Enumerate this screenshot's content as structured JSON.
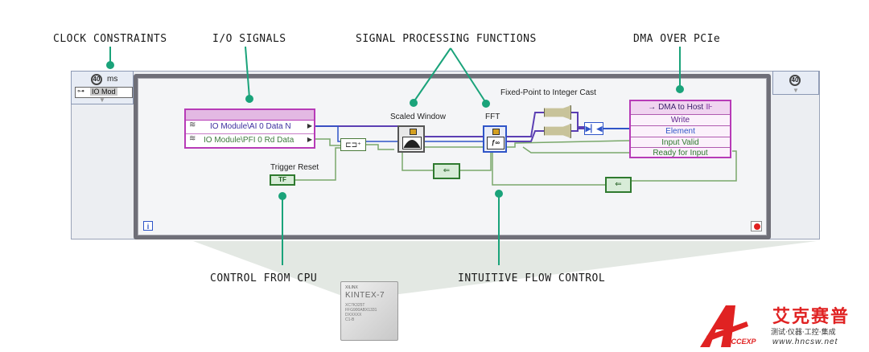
{
  "callouts": {
    "clock": "CLOCK CONSTRAINTS",
    "io": "I/O SIGNALS",
    "sigproc": "SIGNAL PROCESSING FUNCTIONS",
    "dma": "DMA OVER PCIe",
    "control": "CONTROL FROM CPU",
    "flow": "INTUITIVE FLOW CONTROL"
  },
  "clock": {
    "number": "40",
    "unit": "ms",
    "module": "IO Mod"
  },
  "right_terminal": {
    "number": "40"
  },
  "io_node": {
    "line1": "IO Module\\AI 0 Data N",
    "line2": "IO Module\\PFI 0 Rd Data"
  },
  "labels": {
    "trigger_reset": "Trigger Reset",
    "scaled_window": "Scaled Window",
    "fft": "FFT",
    "fixed_point": "Fixed-Point to Integer Cast",
    "tf": "TF"
  },
  "dma": {
    "title": "DMA to Host",
    "rows": [
      "Write",
      "Element",
      "Input Valid",
      "Ready for Input"
    ]
  },
  "chip": {
    "brand": "XILINX",
    "name": "KINTEX-7",
    "lines": [
      "XC7K325T",
      "FFG900ABX1331",
      "DXXXXX",
      "C1-B"
    ]
  },
  "watermark": {
    "cn_name": "艾克赛普",
    "slogan": "测试·仪器·工控·集成",
    "url": "www.hncsw.net",
    "brand_latin": "ACCEXP"
  },
  "colors": {
    "teal": "#1aa37a",
    "purple": "#9b2c9b",
    "wire_green": "#7aa86b",
    "wire_purple": "#5b3fb3",
    "wire_blue": "#2f55c8",
    "frame": "#7d7d86"
  }
}
